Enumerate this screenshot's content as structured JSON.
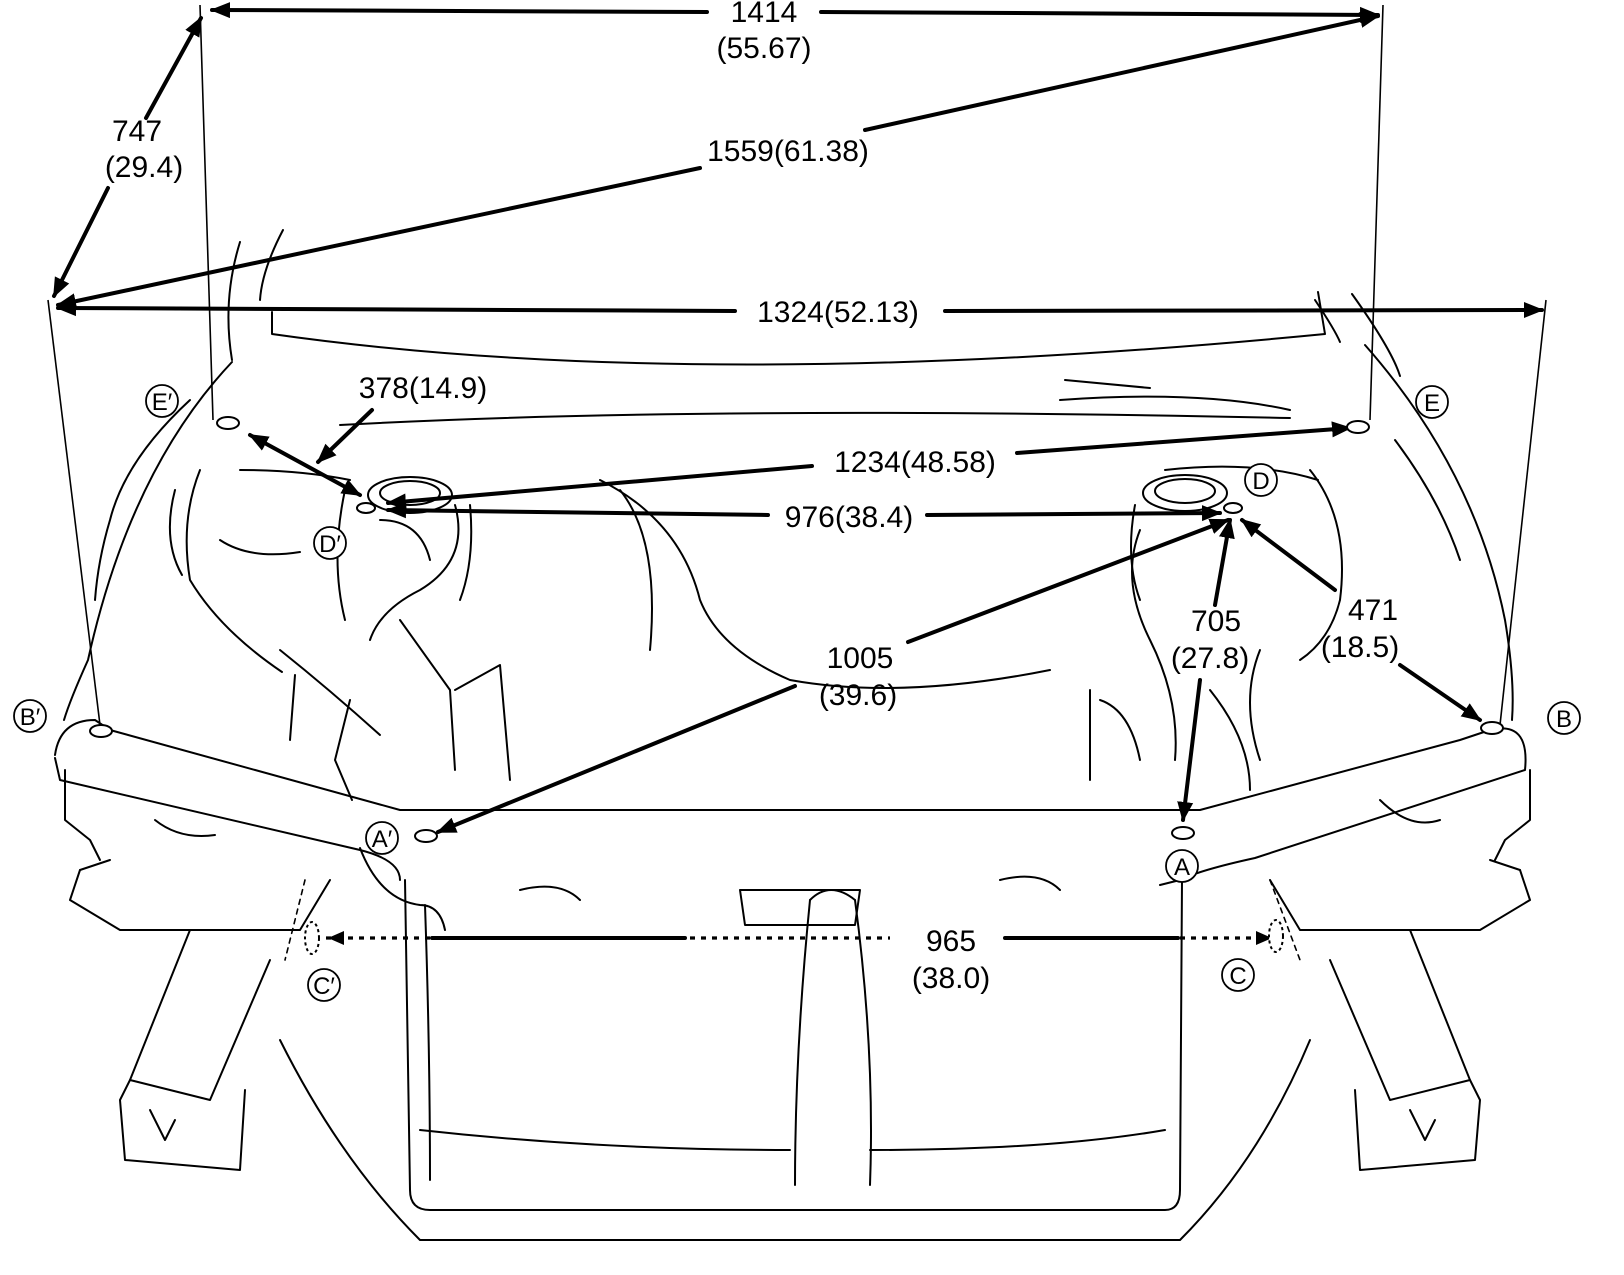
{
  "points": {
    "A": "A",
    "A_prime": "A′",
    "B": "B",
    "B_prime": "B′",
    "C": "C",
    "C_prime": "C′",
    "D": "D",
    "D_prime": "D′",
    "E": "E",
    "E_prime": "E′"
  },
  "dimensions": {
    "d1414": {
      "mm": "1414",
      "in": "(55.67)"
    },
    "d747": {
      "mm": "747",
      "in": "(29.4)"
    },
    "d1559": {
      "text": "1559(61.38)"
    },
    "d1324": {
      "text": "1324(52.13)"
    },
    "d378": {
      "text": "378(14.9)"
    },
    "d1234": {
      "text": "1234(48.58)"
    },
    "d976": {
      "text": "976(38.4)"
    },
    "d705": {
      "mm": "705",
      "in": "(27.8)"
    },
    "d471": {
      "mm": "471",
      "in": "(18.5)"
    },
    "d1005": {
      "mm": "1005",
      "in": "(39.6)"
    },
    "d965": {
      "mm": "965",
      "in": "(38.0)"
    }
  }
}
